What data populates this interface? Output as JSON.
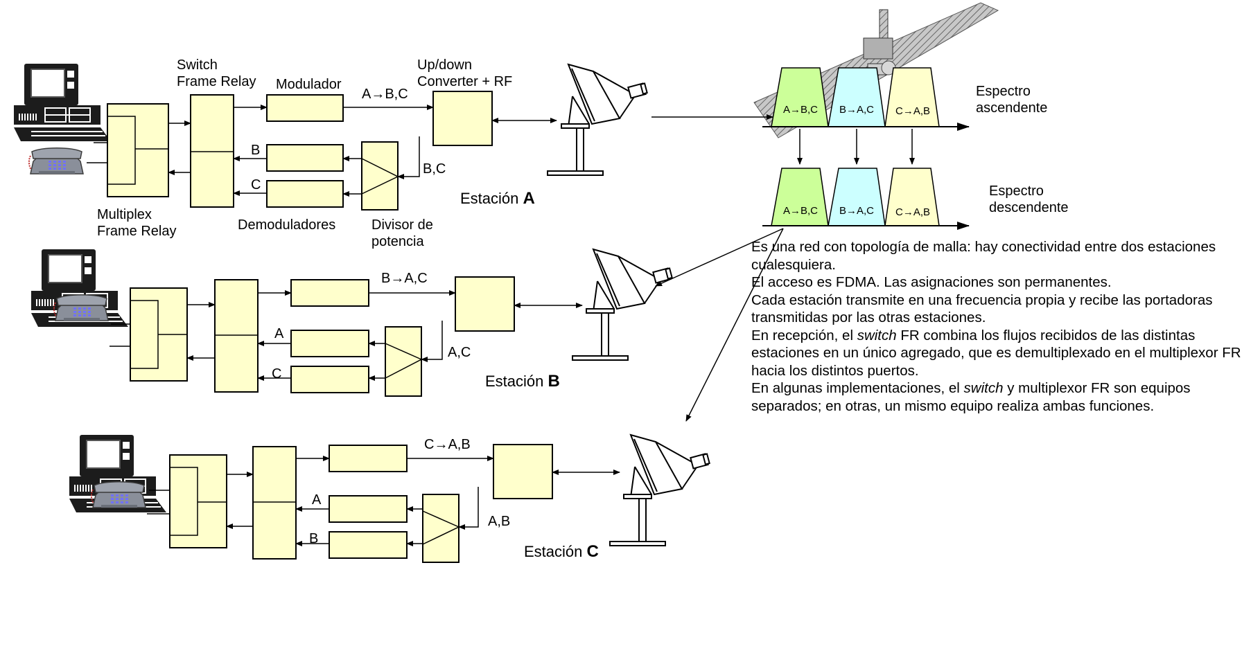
{
  "labels": {
    "switch_fr": [
      "Switch",
      "Frame Relay"
    ],
    "modulador": "Modulador",
    "updown": [
      "Up/down",
      "Converter + RF"
    ],
    "multiplex_fr": [
      "Multiplex",
      "Frame Relay"
    ],
    "demoduladores": "Demoduladores",
    "divisor": [
      "Divisor de",
      "potencia"
    ],
    "espectro_ascendente": [
      "Espectro",
      "ascendente"
    ],
    "espectro_descendente": [
      "Espectro",
      "descendente"
    ]
  },
  "stations": [
    {
      "prefix": "Estación ",
      "letter": "A",
      "carrier": "A→B,C",
      "rx_in": "B,C",
      "rx": [
        "B",
        "C"
      ]
    },
    {
      "prefix": "Estación ",
      "letter": "B",
      "carrier": "B→A,C",
      "rx_in": "A,C",
      "rx": [
        "A",
        "C"
      ]
    },
    {
      "prefix": "Estación ",
      "letter": "C",
      "carrier": "C→A,B",
      "rx_in": "A,B",
      "rx": [
        "A",
        "B"
      ]
    }
  ],
  "spectrum": {
    "up": [
      "A→B,C",
      "B→A,C",
      "C→A,B"
    ],
    "down": [
      "A→B,C",
      "B→A,C",
      "C→A,B"
    ]
  },
  "notes": [
    [
      "Es una red con topología de malla: hay conectividad entre dos estaciones cualesquiera."
    ],
    [
      "El acceso es FDMA. Las asignaciones son permanentes."
    ],
    [
      "Cada estación transmite en una frecuencia propia y recibe las portadoras transmitidas por las otras estaciones."
    ],
    [
      "En recepción, el ",
      {
        "em": "switch"
      },
      " FR combina los flujos recibidos de las distintas estaciones en un único agregado, que es demultiplexado en el multiplexor FR hacia los distintos puertos."
    ],
    [
      "En algunas implementaciones, el ",
      {
        "em": "switch"
      },
      " y multiplexor FR son equipos separados; en otras, un mismo equipo realiza ambas funciones."
    ]
  ],
  "colors": {
    "box_fill": "#ffffcc",
    "trap_green": "#ccff99",
    "trap_cyan": "#ccffff",
    "trap_yellow": "#ffffcc",
    "satellite_panel": "#a0a0a0",
    "terminal": "#1c1c1c",
    "phone": "#8a8f9a",
    "phone_keys": "#7070ff",
    "phone_cord": "#c03030"
  },
  "icons": [
    "computer-terminal-icon",
    "telephone-icon",
    "satellite-dish-icon",
    "satellite-icon"
  ]
}
